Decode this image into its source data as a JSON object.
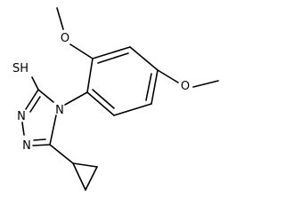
{
  "molecule": {
    "labels": {
      "thiol": "SH",
      "n_triazole_1": "N",
      "n_triazole_2": "N",
      "n_triazole_4": "N",
      "o_methoxy_top": "O",
      "o_methoxy_right": "O"
    },
    "colors": {
      "bond": "#000000",
      "text": "#000000",
      "background": "#ffffff"
    }
  }
}
